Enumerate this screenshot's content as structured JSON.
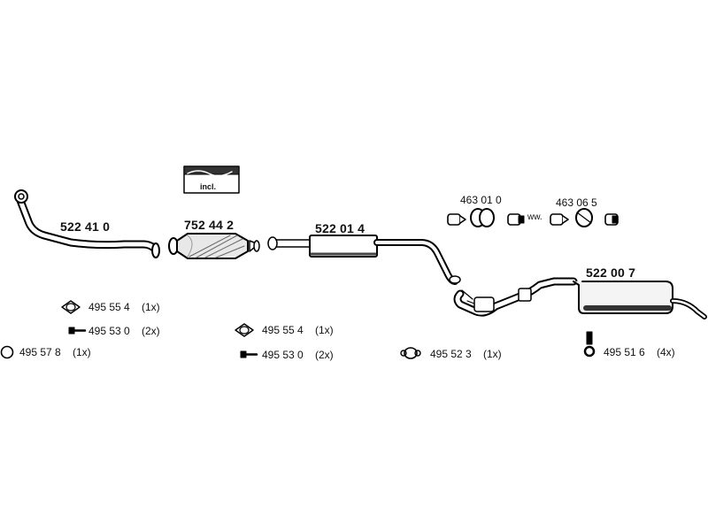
{
  "parts": {
    "front_pipe": "522 41 0",
    "catalyst": "752 44 2",
    "incl_label": "incl.",
    "middle_silencer": "522 01 4",
    "rear_silencer": "522 00 7",
    "clamp_a": "463 01 0",
    "clamp_b": "463 06 5",
    "clamp_sep": "ww."
  },
  "accessories": [
    {
      "code": "495 55 4",
      "qty": "(1x)"
    },
    {
      "code": "495 53 0",
      "qty": "(2x)"
    },
    {
      "code": "495 57 8",
      "qty": "(1x)"
    },
    {
      "code": "495 55 4",
      "qty": "(1x)"
    },
    {
      "code": "495 53 0",
      "qty": "(2x)"
    },
    {
      "code": "495 52 3",
      "qty": "(1x)"
    },
    {
      "code": "495 51 6",
      "qty": "(4x)"
    }
  ]
}
